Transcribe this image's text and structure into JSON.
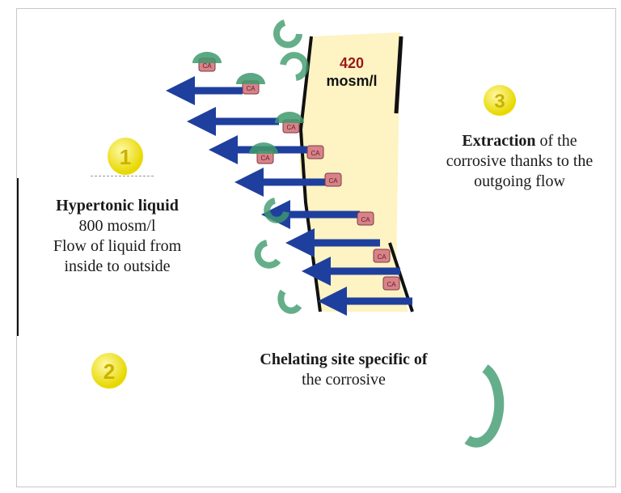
{
  "labels": {
    "membrane_value": "420",
    "membrane_unit": "mosm/l",
    "step_1": "1",
    "step_2": "2",
    "step_3": "3",
    "left_title": "Hypertonic liquid",
    "left_line2": "800 mosm/l",
    "left_line3": "Flow of liquid from",
    "left_line4": "inside to outside",
    "right_bold": "Extraction",
    "right_rest1": " of the",
    "right_line2": "corrosive thanks to the",
    "right_line3": "outgoing flow",
    "bottom_line1": "Chelating site specific of",
    "bottom_line2": "the corrosive",
    "molecule_label": "CA"
  },
  "colors": {
    "membrane_fill": "#fdf3c3",
    "arrow": "#1f3f9e",
    "badge": "#f3e61e",
    "chelator": "#3f9a6e",
    "corrosive": "#d9828a"
  }
}
